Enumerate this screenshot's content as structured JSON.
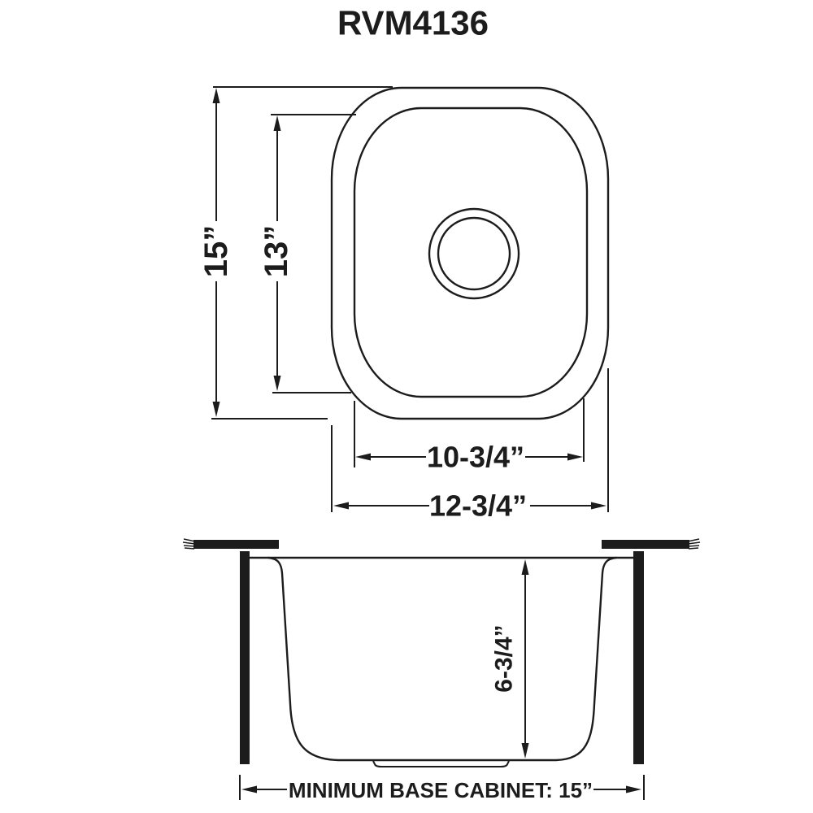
{
  "page": {
    "title": "RVM4136"
  },
  "colors": {
    "ink": "#1c1c1c",
    "background": "#ffffff"
  },
  "top_view": {
    "labels": {
      "outer_height": "15”",
      "inner_height": "13”",
      "inner_width": "10-3/4”",
      "outer_width": "12-3/4”"
    }
  },
  "side_view": {
    "labels": {
      "depth": "6-3/4”",
      "base_cabinet": "MINIMUM BASE CABINET: 15”"
    }
  }
}
